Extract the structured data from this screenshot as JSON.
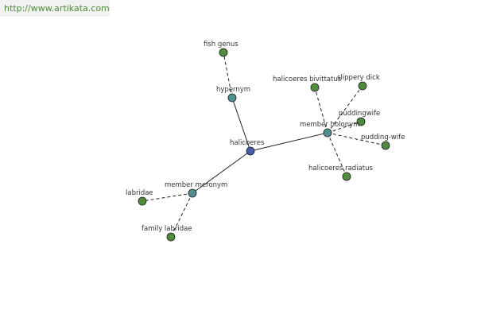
{
  "watermark": {
    "text": "http://www.artikata.com"
  },
  "graph": {
    "colors": {
      "center": "#4a5ea8",
      "relation": "#4f8f8f",
      "leaf": "#4f8a3e",
      "edge": "#222222"
    },
    "nodes": [
      {
        "id": "halicoeres",
        "label": "halicoeres",
        "kind": "center"
      },
      {
        "id": "hypernym",
        "label": "hypernym",
        "kind": "relation"
      },
      {
        "id": "fish-genus",
        "label": "fish genus",
        "kind": "leaf"
      },
      {
        "id": "member-holonym",
        "label": "member holonym",
        "kind": "relation"
      },
      {
        "id": "halicoeres-bivittatus",
        "label": "halicoeres bivittatus",
        "kind": "leaf"
      },
      {
        "id": "slippery-dick",
        "label": "slippery dick",
        "kind": "leaf"
      },
      {
        "id": "puddingwife",
        "label": "puddingwife",
        "kind": "leaf"
      },
      {
        "id": "pudding-wife",
        "label": "pudding-wife",
        "kind": "leaf"
      },
      {
        "id": "halicoeres-radiatus",
        "label": "halicoeres radiatus",
        "kind": "leaf"
      },
      {
        "id": "member-meronym",
        "label": "member meronym",
        "kind": "relation"
      },
      {
        "id": "labridae",
        "label": "labridae",
        "kind": "leaf"
      },
      {
        "id": "family-labridae",
        "label": "family labridae",
        "kind": "leaf"
      }
    ],
    "edges": [
      {
        "from": "halicoeres",
        "to": "hypernym",
        "style": "solid"
      },
      {
        "from": "halicoeres",
        "to": "member-holonym",
        "style": "solid"
      },
      {
        "from": "halicoeres",
        "to": "member-meronym",
        "style": "solid"
      },
      {
        "from": "hypernym",
        "to": "fish-genus",
        "style": "dashed"
      },
      {
        "from": "member-holonym",
        "to": "halicoeres-bivittatus",
        "style": "dashed"
      },
      {
        "from": "member-holonym",
        "to": "slippery-dick",
        "style": "dashed"
      },
      {
        "from": "member-holonym",
        "to": "puddingwife",
        "style": "dashed"
      },
      {
        "from": "member-holonym",
        "to": "pudding-wife",
        "style": "dashed"
      },
      {
        "from": "member-holonym",
        "to": "halicoeres-radiatus",
        "style": "dashed"
      },
      {
        "from": "member-meronym",
        "to": "labridae",
        "style": "dashed"
      },
      {
        "from": "member-meronym",
        "to": "family-labridae",
        "style": "dashed"
      }
    ]
  }
}
